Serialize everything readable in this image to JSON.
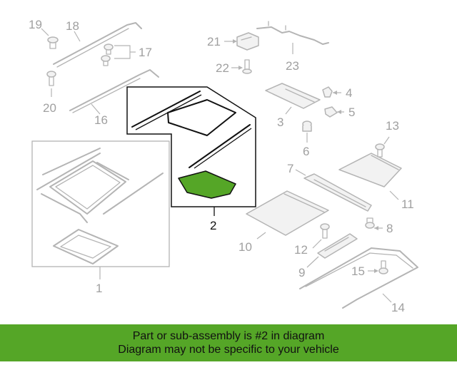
{
  "diagram": {
    "callouts": [
      "1",
      "2",
      "3",
      "4",
      "5",
      "6",
      "7",
      "8",
      "9",
      "10",
      "11",
      "12",
      "13",
      "14",
      "15",
      "16",
      "17",
      "18",
      "19",
      "20",
      "21",
      "22",
      "23"
    ],
    "highlighted_part": "2",
    "colors": {
      "part_line": "#b4b4b4",
      "highlight": "#55a627",
      "highlight_outline": "#111111",
      "label_gray": "#a0a0a0"
    }
  },
  "banner": {
    "line1": "Part or sub-assembly is #2 in diagram",
    "line2": "Diagram may not be specific to your vehicle",
    "color": "#55a627"
  }
}
